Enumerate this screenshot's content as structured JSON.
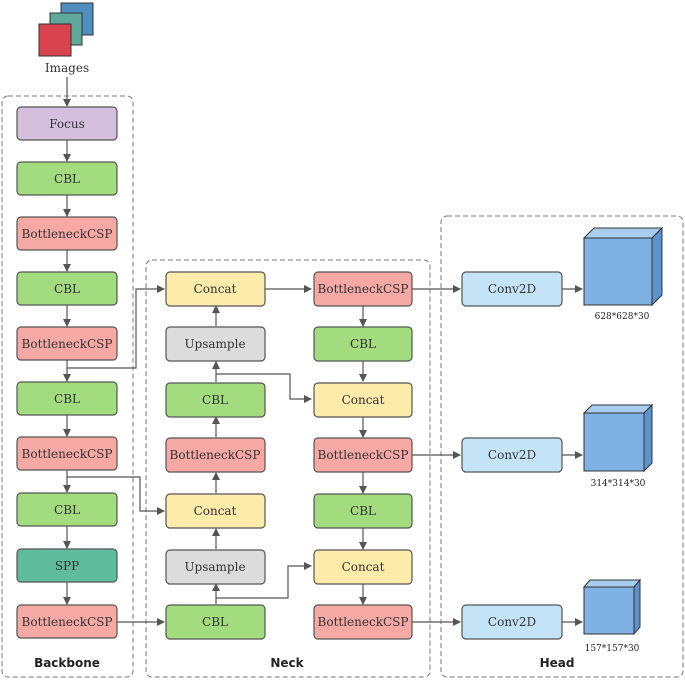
{
  "input": {
    "label": "Images"
  },
  "groups": {
    "backbone": "Backbone",
    "neck": "Neck",
    "head": "Head"
  },
  "backbone": {
    "focus": "Focus",
    "cbl1": "CBL",
    "csp1": "BottleneckCSP",
    "cbl2": "CBL",
    "csp2": "BottleneckCSP",
    "cbl3": "CBL",
    "csp3": "BottleneckCSP",
    "cbl4": "CBL",
    "spp": "SPP",
    "csp4": "BottleneckCSP"
  },
  "neck": {
    "concat1": "Concat",
    "upsample1": "Upsample",
    "cbl1": "CBL",
    "csp1": "BottleneckCSP",
    "concat2": "Concat",
    "upsample2": "Upsample",
    "cbl2": "CBL",
    "csp_out1": "BottleneckCSP",
    "cbl3": "CBL",
    "concat3": "Concat",
    "csp_out2": "BottleneckCSP",
    "cbl4": "CBL",
    "concat4": "Concat",
    "csp_out3": "BottleneckCSP"
  },
  "head": {
    "conv1": "Conv2D",
    "conv2": "Conv2D",
    "conv3": "Conv2D",
    "out1": "628*628*30",
    "out2": "314*314*30",
    "out3": "157*157*30"
  },
  "colors": {
    "focus": "#d4bfdd",
    "cbl": "#a2dc7e",
    "csp": "#f6a9a4",
    "spp": "#5fbc9c",
    "concat": "#fdeba9",
    "upsample": "#dcdcdc",
    "conv": "#c4e3f7",
    "cube": "#7fb2e2"
  }
}
